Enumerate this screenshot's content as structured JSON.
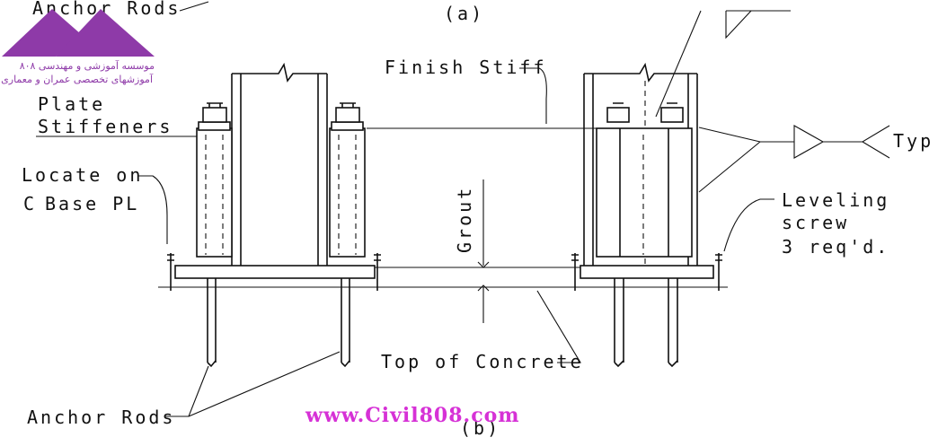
{
  "labels": {
    "anchor_rods_top": "Anchor Rods",
    "caption_a": "(a)",
    "finish_stiff": "Finish Stiff",
    "plate": "Plate",
    "stiffeners": "Stiffeners",
    "locate_on": "Locate on",
    "base_pl": "C",
    "base_pl_rest": "Base PL",
    "grout": "Grout",
    "typ": "Typ",
    "leveling": "Leveling",
    "screw": "screw",
    "req": "3 req'd.",
    "top_of_concrete": "Top of Concrete",
    "anchor_rods_bottom": "Anchor Rods",
    "caption_b": "(b)"
  },
  "watermark": {
    "url": "www.Civil808.com",
    "line1": "موسسه آموزشی و مهندسی ۸۰۸",
    "line2": "آموزشهای تخصصی عمران و معماری",
    "color": "#d631d6",
    "logo_color": "#8e3aa8"
  }
}
